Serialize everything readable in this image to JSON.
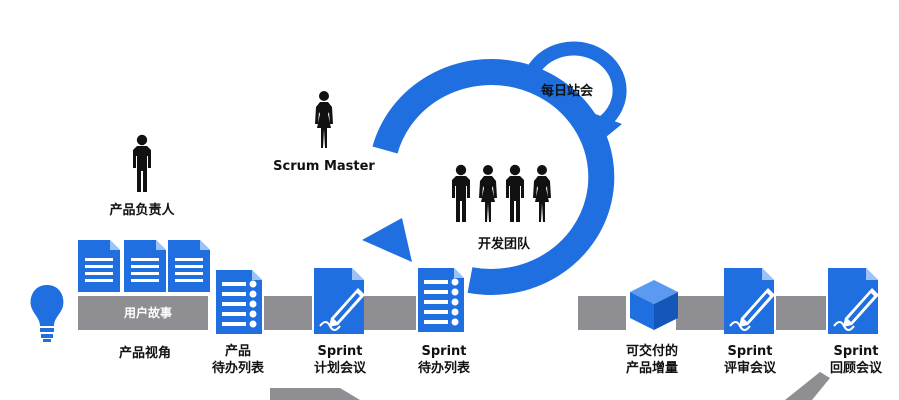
{
  "colors": {
    "blue": "#1f6fe0",
    "gray": "#8e8e93",
    "black": "#111111",
    "white": "#ffffff"
  },
  "roles": {
    "product_owner": "产品负责人",
    "scrum_master": "Scrum Master",
    "dev_team": "开发团队"
  },
  "loop": {
    "daily_standup": "每日站会"
  },
  "backlog_bar": {
    "user_stories": "用户故事"
  },
  "steps": {
    "vision": "产品视角",
    "product_backlog": [
      "产品",
      "待办列表"
    ],
    "sprint_planning": [
      "Sprint",
      "计划会议"
    ],
    "sprint_backlog": [
      "Sprint",
      "待办列表"
    ],
    "increment": [
      "可交付的",
      "产品增量"
    ],
    "sprint_review": [
      "Sprint",
      "评审会议"
    ],
    "sprint_retro": [
      "Sprint",
      "回顾会议"
    ]
  },
  "icons": [
    "lightbulb-icon",
    "document-icon",
    "checklist-icon",
    "signed-document-icon",
    "cube-icon",
    "person-icon",
    "loop-arrow-icon"
  ]
}
